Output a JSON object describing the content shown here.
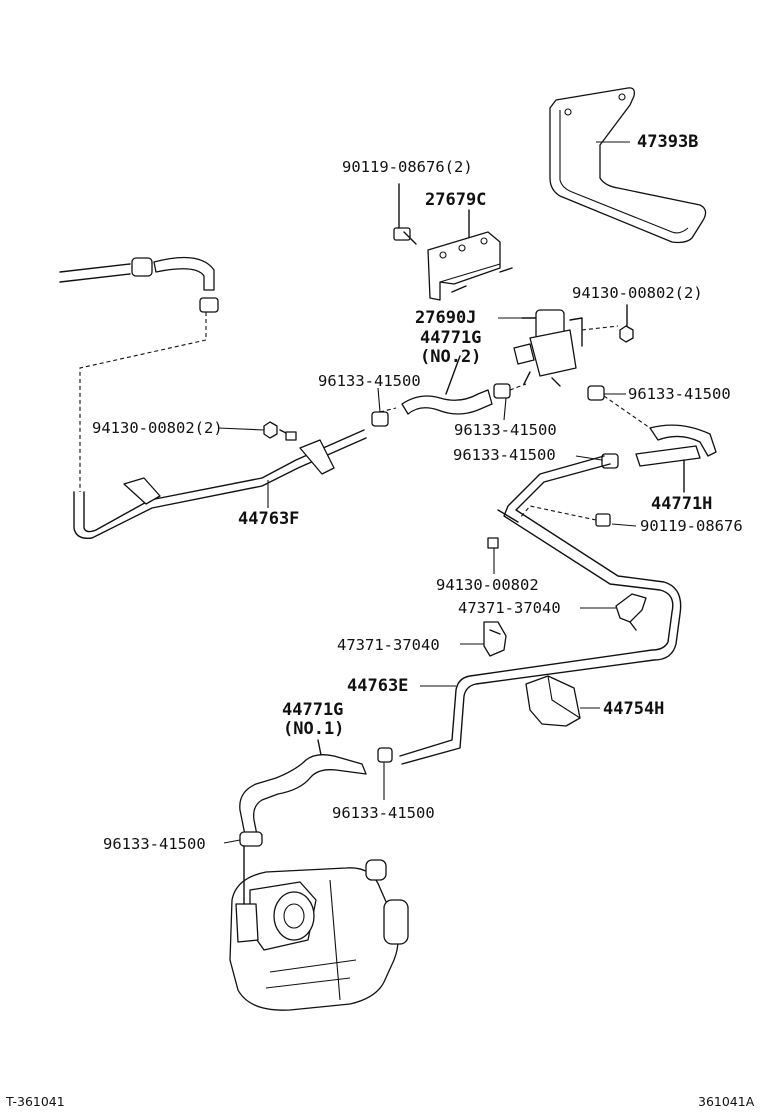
{
  "labels": {
    "p47393B": "47393B",
    "p90119_08676_2": "90119-08676(2)",
    "p27679C": "27679C",
    "p94130_00802_2_right": "94130-00802(2)",
    "p27690J": "27690J",
    "p44771G_no2": "44771G",
    "p44771G_no2_sub": "(NO.2)",
    "p96133_41500_a": "96133-41500",
    "p96133_41500_b": "96133-41500",
    "p94130_00802_2_left": "94130-00802(2)",
    "p96133_41500_c": "96133-41500",
    "p96133_41500_d": "96133-41500",
    "p44771H": "44771H",
    "p44763F": "44763F",
    "p90119_08676": "90119-08676",
    "p94130_00802": "94130-00802",
    "p47371_37040_a": "47371-37040",
    "p47371_37040_b": "47371-37040",
    "p44763E": "44763E",
    "p44754H": "44754H",
    "p44771G_no1": "44771G",
    "p44771G_no1_sub": "(NO.1)",
    "p96133_41500_e": "96133-41500",
    "p96133_41500_f": "96133-41500"
  },
  "footer": {
    "left_code": "T-361041",
    "right_code": "361041A"
  }
}
